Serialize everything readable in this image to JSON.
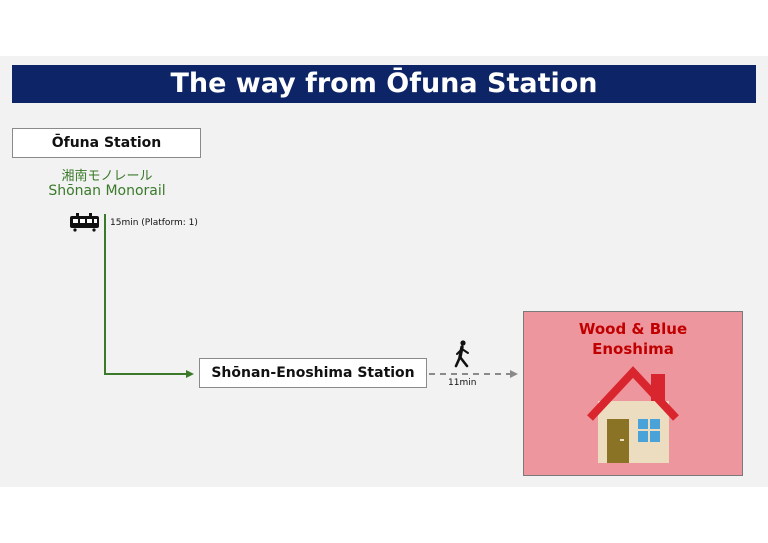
{
  "title": "The way from Ōfuna Station",
  "origin": {
    "name": "Ōfuna Station",
    "line_jp": "湘南モノレール",
    "line_en": "Shōnan Monorail",
    "ride": "15min (Platform: 1)"
  },
  "destination": {
    "name": "Shōnan-Enoshima Station",
    "walk": "11min"
  },
  "venue": {
    "line1": "Wood & Blue",
    "line2": "Enoshima"
  },
  "colors": {
    "banner": "#0d2467",
    "rail_line": "#3a7a2a",
    "venue_bg": "#ee969e",
    "venue_text": "#c00000"
  },
  "icons": [
    "train-icon",
    "walking-person-icon",
    "house-icon"
  ]
}
